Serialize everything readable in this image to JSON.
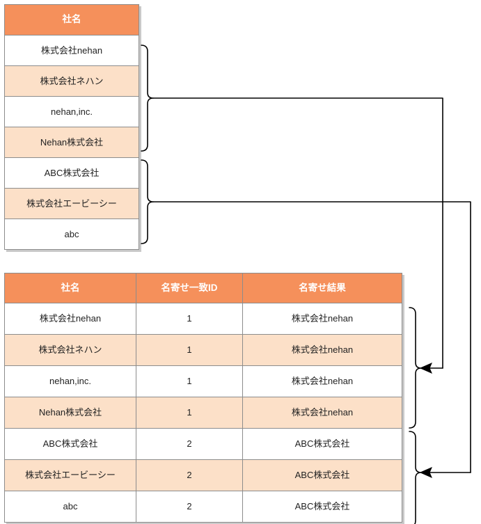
{
  "theme": {
    "header_bg": "#F5905B",
    "header_text": "#FFFFFF",
    "row_alt_bg": "#FCE0C8",
    "row_bg": "#FFFFFF",
    "border": "#8C8C8C",
    "shadow": "#C9C9C9",
    "group1_color": "#E8685E",
    "group2_color": "#6A6AEE",
    "connector_color": "#000000"
  },
  "source_table": {
    "name": "source-company-list",
    "headers": [
      "社名"
    ],
    "rows": [
      {
        "company": "株式会社nehan"
      },
      {
        "company": "株式会社ネハン"
      },
      {
        "company": "nehan,inc."
      },
      {
        "company": "Nehan株式会社"
      },
      {
        "company": "ABC株式会社"
      },
      {
        "company": "株式会社エービーシー"
      },
      {
        "company": "abc"
      }
    ]
  },
  "result_table": {
    "name": "name-matching-result",
    "headers": [
      "社名",
      "名寄せ一致ID",
      "名寄せ結果"
    ],
    "rows": [
      {
        "company": "株式会社nehan",
        "match_id": "1",
        "result": "株式会社nehan",
        "group": "1"
      },
      {
        "company": "株式会社ネハン",
        "match_id": "1",
        "result": "株式会社nehan",
        "group": "1"
      },
      {
        "company": "nehan,inc.",
        "match_id": "1",
        "result": "株式会社nehan",
        "group": "1"
      },
      {
        "company": "Nehan株式会社",
        "match_id": "1",
        "result": "株式会社nehan",
        "group": "1"
      },
      {
        "company": "ABC株式会社",
        "match_id": "2",
        "result": "ABC株式会社",
        "group": "2"
      },
      {
        "company": "株式会社エービーシー",
        "match_id": "2",
        "result": "ABC株式会社",
        "group": "2"
      },
      {
        "company": "abc",
        "match_id": "2",
        "result": "ABC株式会社",
        "group": "2"
      }
    ]
  },
  "connectors": {
    "groups": [
      {
        "id": "group-1",
        "label_rows_source": [
          1,
          2,
          3,
          4
        ],
        "label_rows_result": [
          1,
          2,
          3,
          4
        ]
      },
      {
        "id": "group-2",
        "label_rows_source": [
          5,
          6,
          7
        ],
        "label_rows_result": [
          5,
          6,
          7
        ]
      }
    ]
  }
}
